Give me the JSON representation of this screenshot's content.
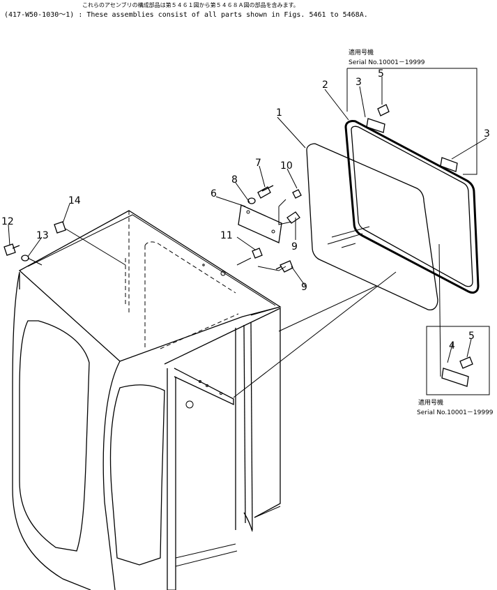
{
  "header": {
    "line1": "これらのアセンブリの構成部品は第５４６１図から第５４６８Ａ図の部品を含みます。",
    "line2": "(417-W50-1030～1) : These assemblies consist of all parts shown in Figs. 5461 to 5468A."
  },
  "callouts": [
    "1",
    "2",
    "3",
    "3",
    "4",
    "5",
    "5",
    "6",
    "7",
    "8",
    "9",
    "9",
    "10",
    "11",
    "12",
    "13",
    "14"
  ],
  "serial_box_top": {
    "title": "適用号機",
    "range": "Serial No.10001－19999"
  },
  "serial_box_bottom": {
    "title": "適用号機",
    "range": "Serial No.10001－19999"
  }
}
